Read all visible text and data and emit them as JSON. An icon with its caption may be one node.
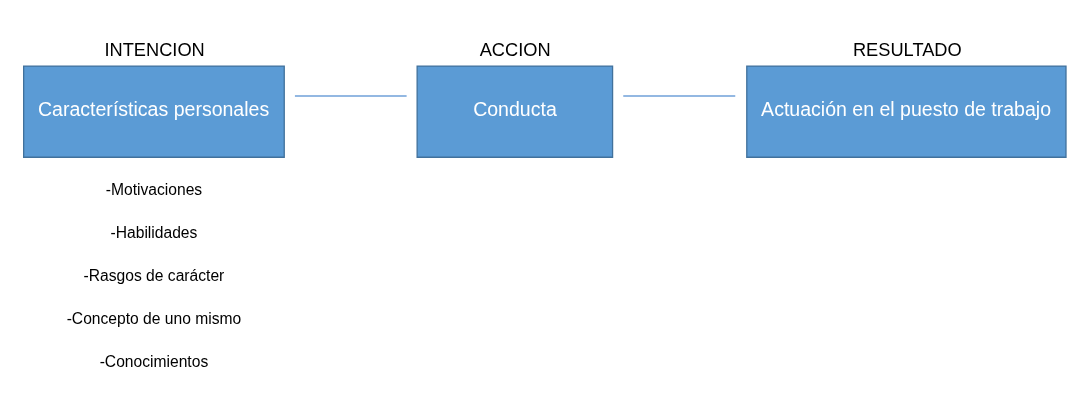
{
  "diagram": {
    "nodes": [
      {
        "text": [
          "INTENCION",
          "Características personales"
        ]
      },
      {
        "text": [
          "ACCION",
          "Conducta"
        ]
      },
      {
        "text": [
          "RESULTADO",
          "Actuación en el puesto de trabajo"
        ]
      }
    ],
    "edges": [
      {
        "from": 0,
        "to": 1,
        "arrow": "none"
      },
      {
        "from": 1,
        "to": 2,
        "arrow": "none"
      }
    ],
    "labels": [
      "-Motivaciones",
      "-Habilidades",
      "-Rasgos de carácter",
      "-Concepto de uno mismo",
      "-Conocimientos"
    ]
  }
}
